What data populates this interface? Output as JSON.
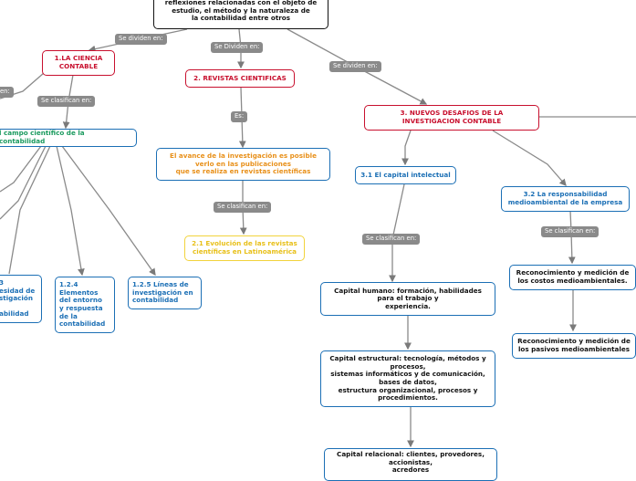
{
  "root": {
    "text": "reflexiones relacionadas con el objeto de\nestudio, el método y la naturaleza de\nla contabilidad entre otros"
  },
  "connectors": {
    "se_dividen_1": "Se dividen en:",
    "se_dividen_2": "Se Dividen en:",
    "se_dividen_3": "Se dividen en:",
    "en_left": "en:",
    "se_clasifican_1": "Se clasifican en:",
    "es": "Es:",
    "se_clasifican_2": "Se clasifican en:",
    "se_clasifican_3": "Se clasifican en:",
    "se_clasifican_4": "Se clasifican en:"
  },
  "nodes": {
    "ciencia_contable": "1.LA CIENCIA\nCONTABLE",
    "revistas": "2. REVISTAS CIENTIFICAS",
    "desafios": "3. NUEVOS DESAFIOS DE LA\nINVESTIGACION CONTABLE",
    "campo": "l campo científico de la contabilidad",
    "avance": "El avance de la investigación es posible\nverlo en las publicaciones\nque se realiza en revistas científicas",
    "evolucion": "2.1 Evolución de las revistas\ncientíficas en Latinoamérica",
    "capital_intelectual": "3.1 El capital intelectual",
    "responsabilidad": "3.2 La responsabilidad\nmedioambiental de la empresa",
    "necesidad": "3\nesidad de\nstigación\n\nabilidad",
    "entorno": "1.2.4\nElementos\ndel entorno\ny respuesta\nde la\ncontabilidad",
    "lineas": "1.2.5 Líneas de\ninvestigación en\ncontabilidad",
    "capital_humano": "Capital humano: formación, habilidades\npara el trabajo y\nexperiencia.",
    "capital_estructural": "Capital estructural: tecnología, métodos y\nprocesos,\nsistemas informáticos y de comunicación,\nbases de datos,\nestructura organizacional, procesos y\nprocedimientos.",
    "capital_relacional": "Capital relacional: clientes, provedores,\naccionistas,\nacredores",
    "costos": "Reconocimiento y medición de\nlos costos medioambientales.",
    "pasivos": "Reconocimiento y medición de\nlos pasivos medioambientales"
  },
  "colors": {
    "red": "#c8102e",
    "blue": "#1b6fb5",
    "green": "#1a9a5e",
    "orange": "#e8901a",
    "yellow": "#e8c01a",
    "connector": "#8a8a8a"
  }
}
